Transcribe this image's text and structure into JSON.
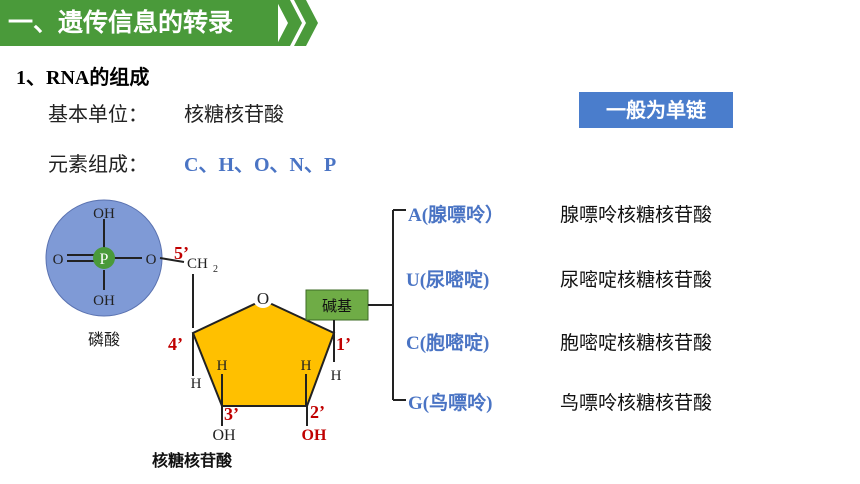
{
  "header": {
    "title": "一、遗传信息的转录"
  },
  "section": {
    "title": "1、RNA的组成"
  },
  "rows": {
    "unit_label": "基本单位：",
    "unit_value": "核糖核苷酸",
    "element_label": "元素组成：",
    "element_value": "C、H、O、N、P"
  },
  "badge": {
    "text": "一般为单链"
  },
  "diagram": {
    "phosphate": {
      "oh_top": "OH",
      "o_left": "O",
      "p": "P",
      "o_right": "O",
      "oh_bottom": "OH",
      "label": "磷酸"
    },
    "ch2": "CH",
    "ch2_sub": "2",
    "ring_o": "O",
    "base_box": "碱基",
    "h_left": "H",
    "h_left_low": "H",
    "h_right": "H",
    "h_right_low": "H",
    "oh3": "OH",
    "oh2": "OH",
    "carbons": {
      "c5": "5’",
      "c4": "4’",
      "c3": "3’",
      "c2": "2’",
      "c1": "1’"
    },
    "label": "核糖核苷酸"
  },
  "bases": [
    {
      "label": "A(腺嘌呤）",
      "name": "腺嘌呤核糖核苷酸"
    },
    {
      "label": "U(尿嘧啶)",
      "name": "尿嘧啶核糖核苷酸"
    },
    {
      "label": "C(胞嘧啶)",
      "name": "胞嘧啶核糖核苷酸"
    },
    {
      "label": "G(鸟嘌呤)",
      "name": "鸟嘌呤核糖核苷酸"
    }
  ],
  "colors": {
    "header": "#4a9a3a",
    "badge": "#4a7dcc",
    "blue_text": "#4a74c4",
    "phosphate_circle": "#7f9ad6",
    "sugar": "#ffc000",
    "base_box": "#6fac46",
    "carbon_label": "#c00000"
  }
}
